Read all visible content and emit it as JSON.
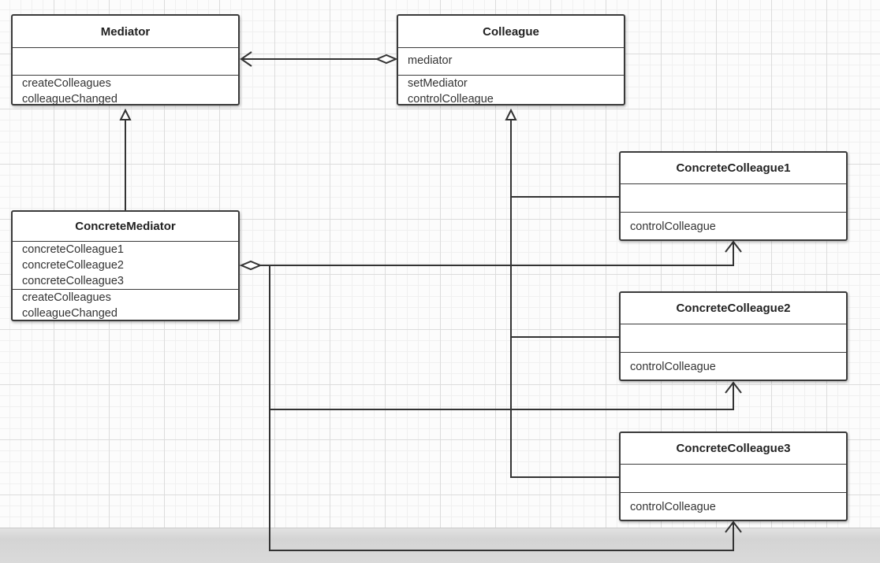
{
  "diagram": {
    "classes": {
      "mediator": {
        "name": "Mediator",
        "attributes": [],
        "operations": [
          "createColleagues",
          "colleagueChanged"
        ]
      },
      "colleague": {
        "name": "Colleague",
        "attributes": [
          "mediator"
        ],
        "operations": [
          "setMediator",
          "controlColleague"
        ]
      },
      "concrete_mediator": {
        "name": "ConcreteMediator",
        "attributes": [
          "concreteColleague1",
          "concreteColleague2",
          "concreteColleague3"
        ],
        "operations": [
          "createColleagues",
          "colleagueChanged"
        ]
      },
      "concrete_colleague1": {
        "name": "ConcreteColleague1",
        "attributes": [],
        "operations": [
          "controlColleague"
        ]
      },
      "concrete_colleague2": {
        "name": "ConcreteColleague2",
        "attributes": [],
        "operations": [
          "controlColleague"
        ]
      },
      "concrete_colleague3": {
        "name": "ConcreteColleague3",
        "attributes": [],
        "operations": [
          "controlColleague"
        ]
      }
    },
    "relationships": [
      {
        "type": "aggregation",
        "from": "Colleague",
        "to": "Mediator"
      },
      {
        "type": "generalization",
        "from": "ConcreteMediator",
        "to": "Mediator"
      },
      {
        "type": "generalization",
        "from": "ConcreteColleague1",
        "to": "Colleague"
      },
      {
        "type": "generalization",
        "from": "ConcreteColleague2",
        "to": "Colleague"
      },
      {
        "type": "generalization",
        "from": "ConcreteColleague3",
        "to": "Colleague"
      },
      {
        "type": "aggregation",
        "from": "ConcreteMediator",
        "to": "ConcreteColleague1"
      },
      {
        "type": "aggregation",
        "from": "ConcreteMediator",
        "to": "ConcreteColleague2"
      },
      {
        "type": "aggregation",
        "from": "ConcreteMediator",
        "to": "ConcreteColleague3"
      }
    ],
    "colors": {
      "line": "#333333",
      "box_border": "#3a3a3a",
      "box_fill": "#ffffff",
      "grid": "#dcdcdc"
    }
  }
}
